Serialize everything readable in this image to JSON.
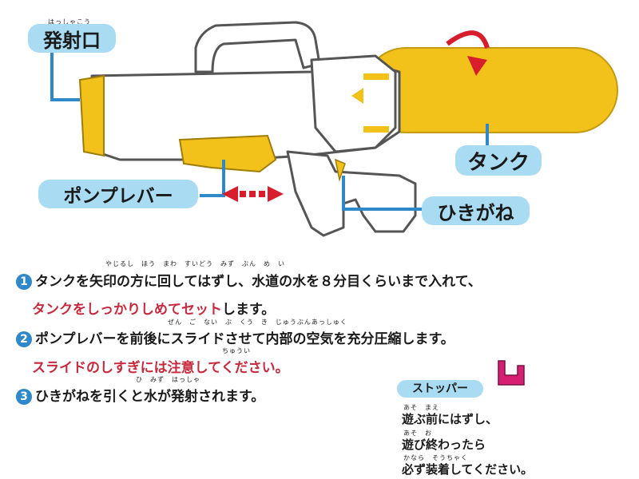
{
  "labels": {
    "muzzle": "発射口",
    "muzzle_ruby": "はっしゃこう",
    "tank": "タンク",
    "pump_lever": "ポンプレバー",
    "trigger": "ひきがね"
  },
  "steps": [
    {
      "number": "1",
      "text": "タンクを矢印の方に回してはずし、水道の水を８分目くらいまで入れて、",
      "ruby": "やじるし　ほう　まわ　すいどう　みず　ぶん　め　い",
      "highlight": "タンクをしっかりしめてセット",
      "after": "します。"
    },
    {
      "number": "2",
      "text": "ポンプレバーを前後にスライドさせて内部の空気を充分圧縮します。",
      "ruby": "ぜん　ご　ない　ぶ　くう　き　じゅうぶんあっしゅく",
      "highlight": "スライドのしすぎには注意してください。",
      "highlight_ruby": "ちゅうい"
    },
    {
      "number": "3",
      "text": "ひきがねを引くと水が発射されます。",
      "ruby": "ひ　みず　はっしゃ"
    }
  ],
  "stopper": {
    "title": "ストッパー",
    "lines": [
      "遊ぶ前にはずし、",
      "遊び終わったら",
      "必ず装着してください。"
    ],
    "rubies": [
      "あそ　まえ",
      "あそ　お",
      "かなら　そうちゃく"
    ]
  },
  "colors": {
    "label_blue": "#a9dcf2",
    "leader_blue": "#2f88c8",
    "tank_yellow": "#f2c21a",
    "arrow_red": "#d81e2c",
    "warning_red": "#c8283c",
    "stopper_magenta": "#d61f72"
  }
}
